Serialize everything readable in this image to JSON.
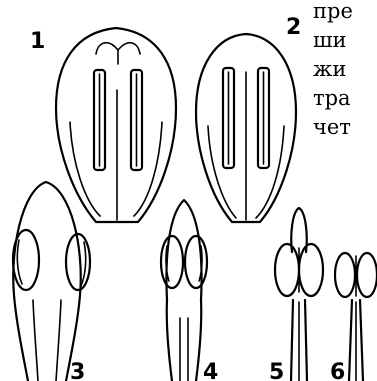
{
  "figure_labels": [
    "1",
    "2",
    "3",
    "4",
    "5",
    "6"
  ],
  "side_text": [
    "пре",
    "ши",
    "жи",
    "тра",
    "чет"
  ],
  "colors": {
    "ink": "#000000",
    "background": "#ffffff"
  }
}
